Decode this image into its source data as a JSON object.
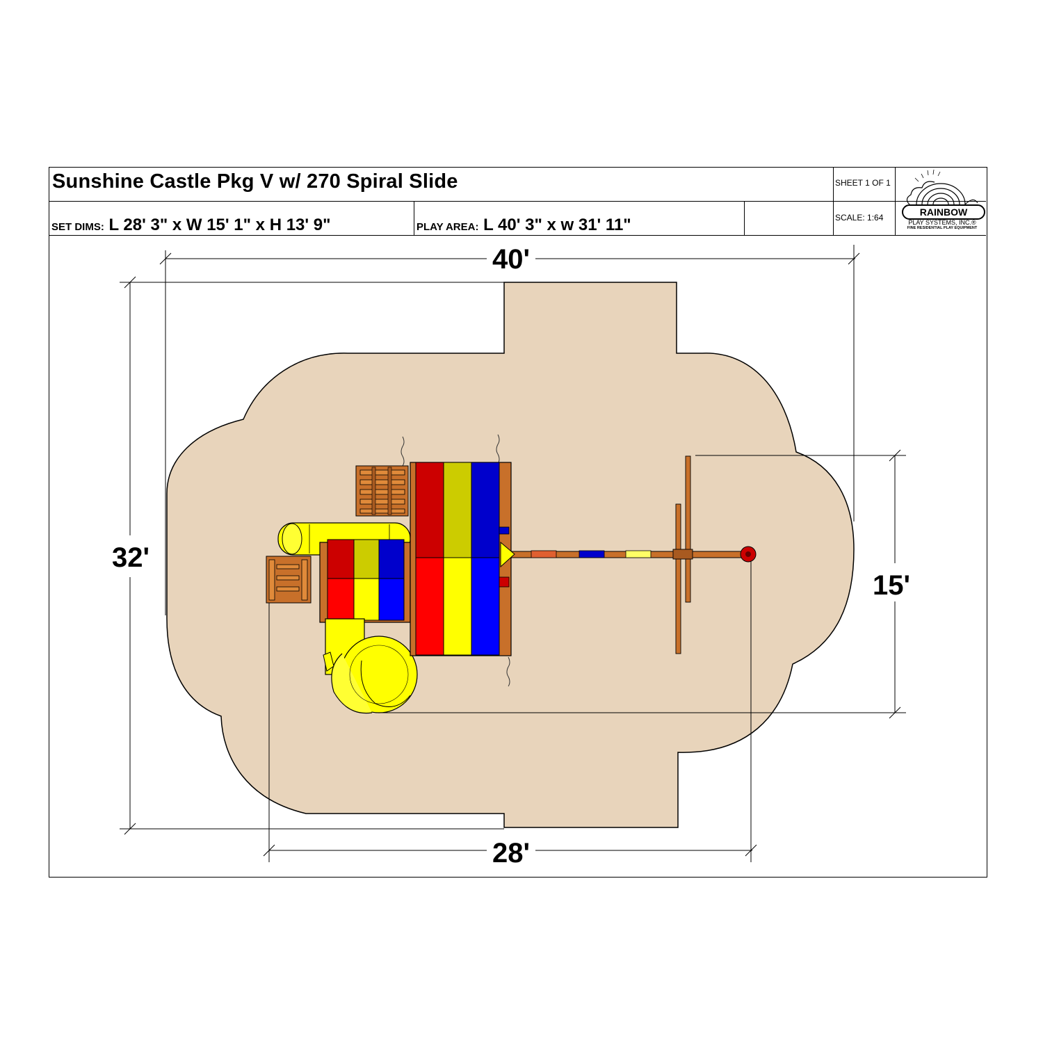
{
  "header": {
    "title": "Sunshine Castle Pkg V w/ 270 Spiral Slide",
    "sheet": "SHEET 1 OF 1",
    "scale": "SCALE: 1:64",
    "set_dims_label": "SET DIMS:",
    "set_dims_value": "L 28' 3\" x W 15' 1\" x H 13' 9\"",
    "play_area_label": "PLAY AREA:",
    "play_area_value": "L 40' 3\" x w 31' 11\""
  },
  "logo": {
    "brand": "RAINBOW",
    "line1": "PLAY SYSTEMS, INC.®",
    "line2": "FINE RESIDENTIAL PLAY EQUIPMENT"
  },
  "dimensions": {
    "play_area_length": "40'",
    "play_area_width": "32'",
    "set_length": "28'",
    "set_width": "15'"
  },
  "colors": {
    "play_area_fill": "#e8d4bb",
    "wood": "#c8702a",
    "red": "#e60000",
    "yellow": "#ffff00",
    "blue": "#0000e0"
  }
}
